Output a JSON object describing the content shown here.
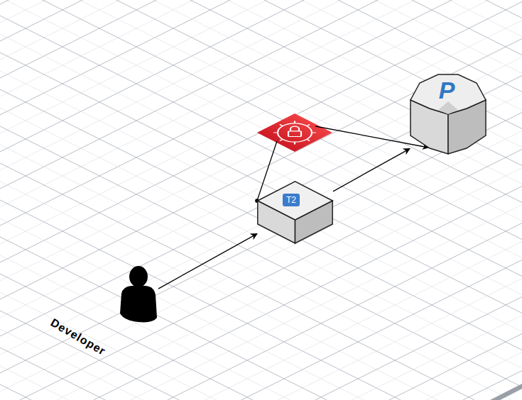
{
  "diagram": {
    "nodes": [
      {
        "text": [
          "Developer"
        ]
      },
      {
        "text": [
          "T2"
        ]
      },
      {
        "text": [
          "P"
        ]
      }
    ],
    "edges": [
      {
        "from": 0,
        "to": 1,
        "arrow": "to"
      },
      {
        "from": 1,
        "to": 2,
        "arrow": "to"
      }
    ]
  }
}
